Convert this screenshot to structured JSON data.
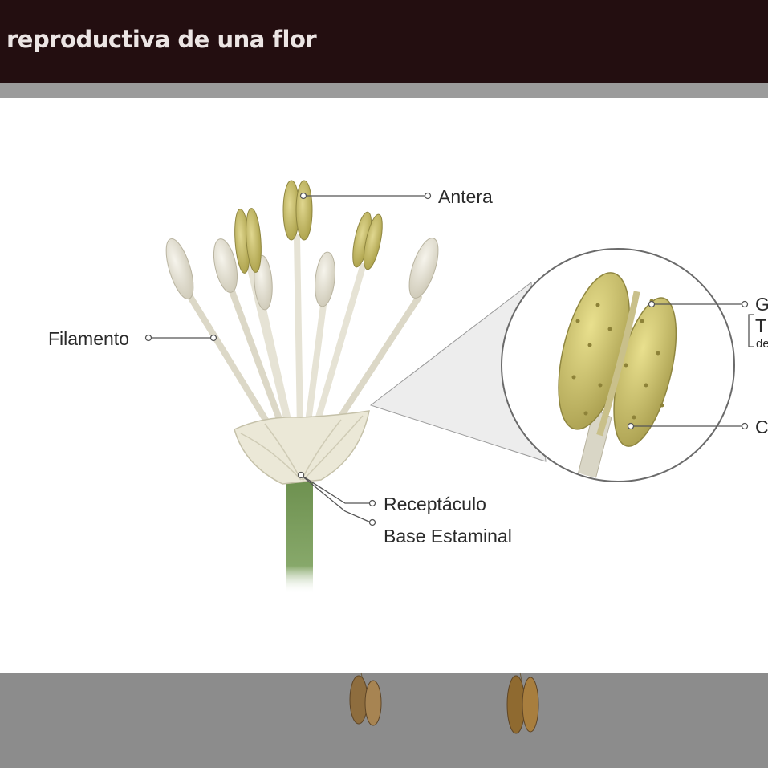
{
  "header": {
    "title": "reproductiva de una flor"
  },
  "diagram": {
    "labels": {
      "antera": "Antera",
      "filamento": "Filamento",
      "receptaculo": "Receptáculo",
      "base_estaminal": "Base Estaminal",
      "inset_label_1": "G",
      "inset_label_2": "T",
      "inset_label_2_sub": "de",
      "inset_label_3": "C"
    },
    "colors": {
      "header_bg": "#230e10",
      "fertile_anther": "#c2b85e",
      "sterile_anther": "#e3e0d3",
      "stem": "#6e9150",
      "filament": "#e6e3d5"
    }
  }
}
